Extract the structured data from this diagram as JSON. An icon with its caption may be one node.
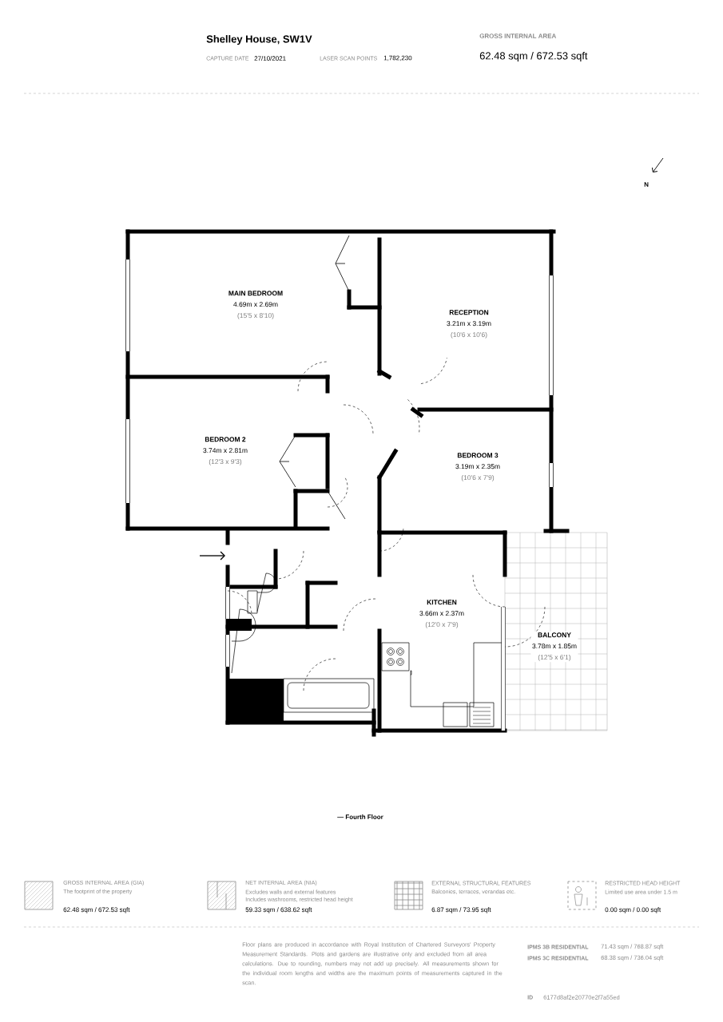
{
  "diagram": {
    "title": "Shelley House, SW1V",
    "nodes": [
      {
        "text": [
          "MAIN BEDROOM",
          "4.69m x 2.69m",
          "(15'5 x 8'10)"
        ]
      },
      {
        "text": [
          "RECEPTION",
          "3.21m x 3.19m",
          "(10'6 x 10'6)"
        ]
      },
      {
        "text": [
          "BEDROOM 2",
          "3.74m x 2.81m",
          "(12'3 x 9'3)"
        ]
      },
      {
        "text": [
          "BEDROOM 3",
          "3.19m x 2.35m",
          "(10'6 x 7'9)"
        ]
      },
      {
        "text": [
          "KITCHEN",
          "3.66m x 2.37m",
          "(12'0 x 7'9)"
        ]
      },
      {
        "text": [
          "BALCONY",
          "3.78m x 1.85m",
          "(12'5 x 6'1)"
        ]
      }
    ],
    "labels": [
      "CAPTURE DATE",
      "27/10/2021",
      "LASER SCAN POINTS",
      "1,782,230",
      "GROSS INTERNAL AREA",
      "62.48 sqm / 672.53 sqft",
      "N",
      "— Fourth Floor",
      "GROSS INTERNAL AREA (GIA)",
      "The footprint of the property",
      "62.48 sqm / 672.53 sqft",
      "NET INTERNAL AREA (NIA)",
      "Excludes walls and external features",
      "Includes washrooms, restricted head height",
      "59.33 sqm / 638.62 sqft",
      "EXTERNAL STRUCTURAL FEATURES",
      "Balconies, terraces, verandas etc.",
      "6.87 sqm / 73.95 sqft",
      "RESTRICTED HEAD HEIGHT",
      "Limited use area under 1.5 m",
      "0.00 sqm / 0.00 sqft",
      "Floor plans are produced in accordance with Royal Institution of Chartered Surveyors' Property Measurement Standards. Plots and gardens are illustrative only and excluded from all area calculations. Due to rounding, numbers may not add up precisely. All measurements shown for the individual room lengths and widths are the maximum points of measurements captured in the scan.",
      "IPMS 3B RESIDENTIAL",
      "71.43 sqm / 768.87 sqft",
      "IPMS 3C RESIDENTIAL",
      "68.38 sqm / 736.04 sqft",
      "ID",
      "6177d8af2e20770e2f7a55ed"
    ]
  }
}
